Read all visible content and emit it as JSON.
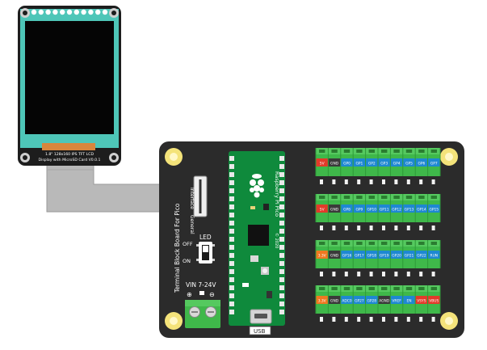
{
  "lcd": {
    "line1": "1.8\" 128x160 IPS TFT LCD",
    "line2": "Display with MicroSD Card V0.0.1"
  },
  "board": {
    "side_label": "Terminal Block Board For Pico",
    "cable_label_top": "Interface",
    "cable_label_bottom": "General",
    "led_label": "LED",
    "off_label": "OFF",
    "on_label": "ON",
    "vin_label": "VIN 7-24V",
    "usb_label": "USB",
    "pico_label": "Raspberry Pi Pico",
    "pico_year": "© 2020"
  },
  "terminal_rows": [
    [
      "5V",
      "GND",
      "GP0",
      "GP1",
      "GP2",
      "GP3",
      "GP4",
      "GP5",
      "GP6",
      "GP7"
    ],
    [
      "5V",
      "GND",
      "GP8",
      "GP9",
      "GP10",
      "GP11",
      "GP12",
      "GP13",
      "GP14",
      "GP15"
    ],
    [
      "3.3V",
      "GND",
      "GP16",
      "GP17",
      "GP18",
      "GP19",
      "GP20",
      "GP21",
      "GP22",
      "RUN"
    ],
    [
      "3.3V",
      "GND",
      "ADC0",
      "GP27",
      "GP28",
      "AGND",
      "VREF",
      "EN",
      "VSYS",
      "VBUS"
    ]
  ],
  "colors": {
    "board": "#2b2b2b",
    "terminal_green": "#3fb84a",
    "pin_blue": "#1e88d2",
    "pin_red": "#e23a2a",
    "pin_orange": "#f07820",
    "pin_dark": "#3a3a3a",
    "pico_green": "#0f8a3c",
    "lcd_frame": "#1d1d1d",
    "ffc": "#b9b9b9",
    "standoff": "#f4e37a"
  }
}
